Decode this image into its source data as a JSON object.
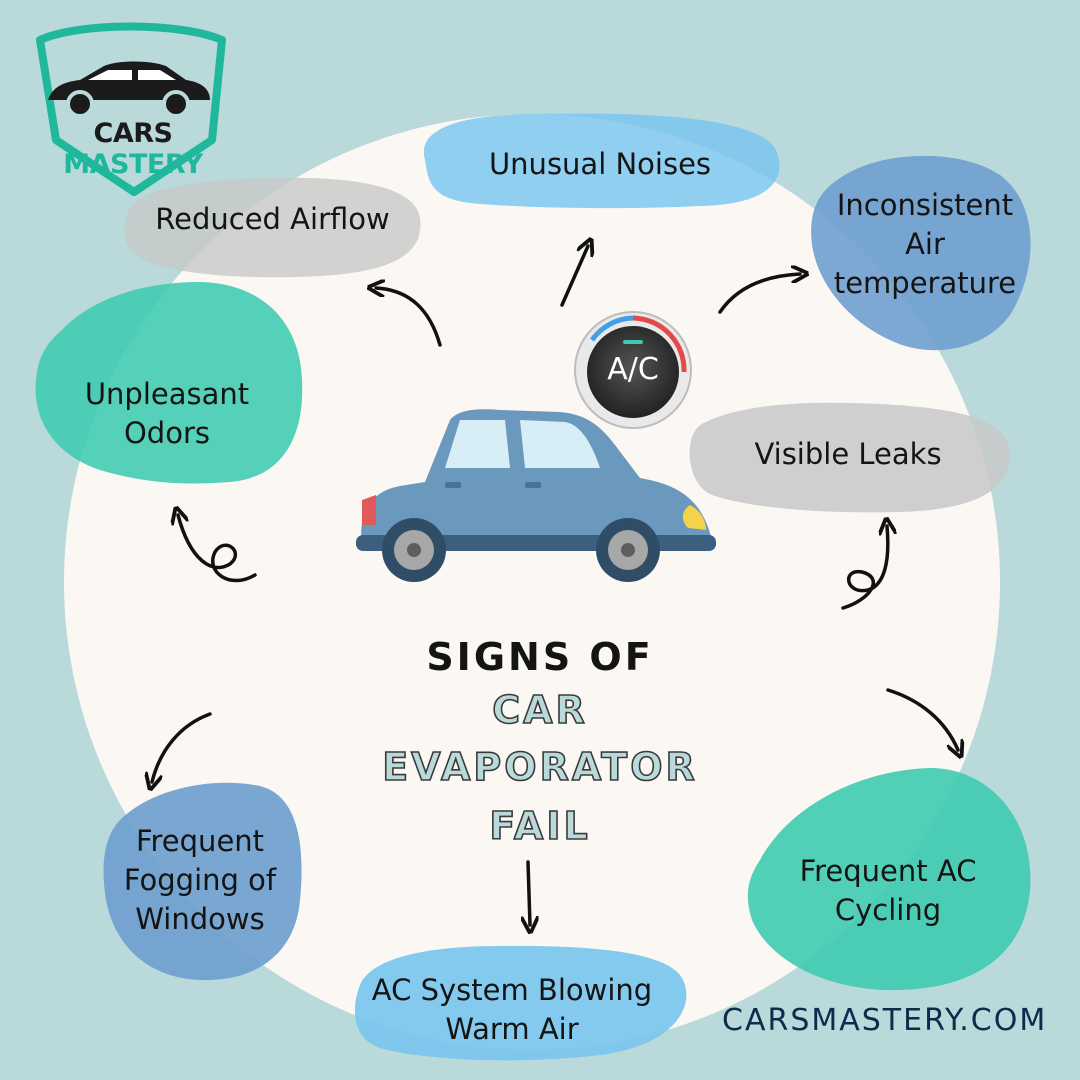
{
  "brand": {
    "logo_text_1": "CARS",
    "logo_text_2": "MASTERY",
    "website": "CARSMASTERY.COM"
  },
  "title": {
    "line1": "SIGNS OF",
    "line2": "CAR",
    "line3": "EVAPORATOR",
    "line4": "FAIL"
  },
  "ac_button": {
    "label": "A/C"
  },
  "signs": {
    "unusual_noises": "Unusual Noises",
    "reduced_airflow": "Reduced Airflow",
    "inconsistent_temp_line1": "Inconsistent",
    "inconsistent_temp_line2": "Air",
    "inconsistent_temp_line3": "temperature",
    "unpleasant_odors": "Unpleasant Odors",
    "visible_leaks": "Visible Leaks",
    "fogging_line1": "Frequent",
    "fogging_line2": "Fogging of",
    "fogging_line3": "Windows",
    "ac_cycling_line1": "Frequent AC",
    "ac_cycling_line2": "Cycling",
    "warm_air_line1": "AC System Blowing",
    "warm_air_line2": "Warm Air"
  },
  "colors": {
    "background": "#b9d9db",
    "circle": "#fbf8f3",
    "teal": "#3ecab0",
    "blue": "#6f9fcf",
    "sky": "#79c6ef",
    "gray": "#c8c8c8",
    "logo_teal": "#1fb89c",
    "site_text": "#0f2a4a"
  }
}
